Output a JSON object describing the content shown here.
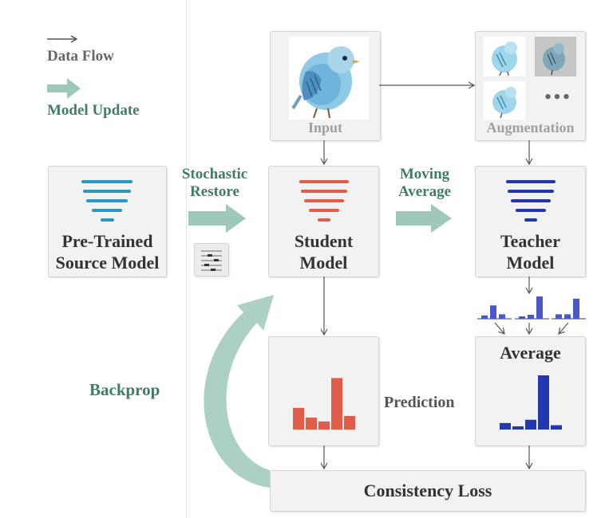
{
  "legend": {
    "data_flow_label": "Data Flow",
    "model_update_label": "Model Update"
  },
  "nodes": {
    "source_model": {
      "line1": "Pre-Trained",
      "line2": "Source Model",
      "color": "#2c97c0"
    },
    "student_model": {
      "line1": "Student",
      "line2": "Model",
      "color": "#e05d4a"
    },
    "teacher_model": {
      "line1": "Teacher",
      "line2": "Model",
      "color": "#2337b0"
    },
    "input": {
      "caption": "Input"
    },
    "augmentation": {
      "caption": "Augmentation",
      "more": "•••"
    },
    "average": {
      "title": "Average"
    },
    "consistency_loss": {
      "label": "Consistency Loss"
    }
  },
  "edge_labels": {
    "stochastic_restore_line1": "Stochastic",
    "stochastic_restore_line2": "Restore",
    "moving_average_line1": "Moving",
    "moving_average_line2": "Average",
    "backprop": "Backprop",
    "prediction": "Prediction"
  },
  "charts": {
    "student_prediction": [
      0.4,
      0.22,
      0.15,
      0.95,
      0.25
    ],
    "teacher_small": [
      [
        0.15,
        0.6,
        0.2
      ],
      [
        0.1,
        0.18,
        1.0
      ],
      [
        0.2,
        0.2,
        0.9
      ]
    ],
    "teacher_average": [
      0.12,
      0.06,
      0.18,
      1.0,
      0.08
    ]
  },
  "colors": {
    "accent_green": "#3f7c6a",
    "arrow_fill": "#9ec9ba",
    "student_red": "#e05d4a",
    "teacher_blue": "#2337b0",
    "source_blue": "#2c97c0"
  }
}
